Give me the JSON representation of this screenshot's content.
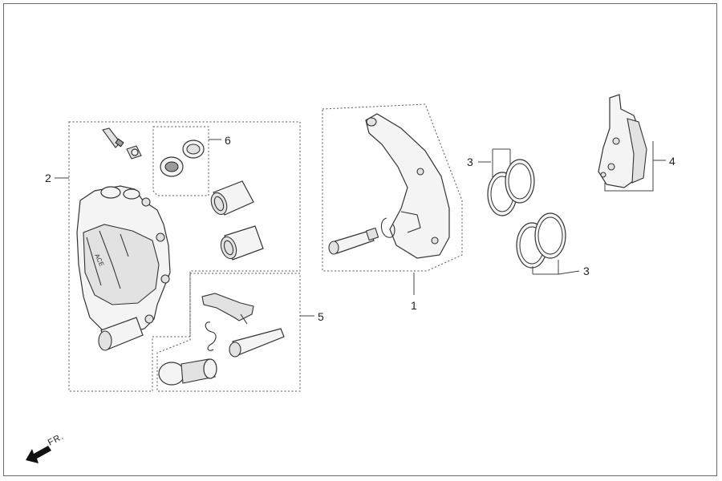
{
  "diagram": {
    "callouts": [
      {
        "id": "1",
        "label": "1"
      },
      {
        "id": "2",
        "label": "2"
      },
      {
        "id": "3a",
        "label": "3"
      },
      {
        "id": "3b",
        "label": "3"
      },
      {
        "id": "4",
        "label": "4"
      },
      {
        "id": "5",
        "label": "5"
      },
      {
        "id": "6",
        "label": "6"
      }
    ],
    "direction": {
      "label": "FR.",
      "icon": "forward-arrow-icon"
    }
  }
}
